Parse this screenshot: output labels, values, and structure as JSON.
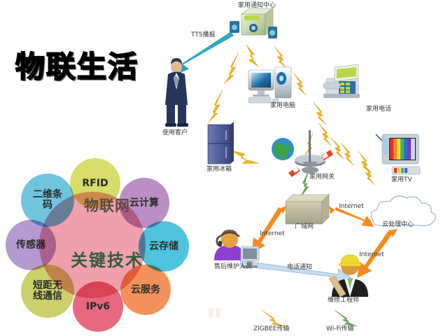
{
  "title": "物联生活",
  "venn": {
    "center_top": "物联网",
    "center_bottom": "关键技术",
    "petals": [
      {
        "label": "RFID",
        "color": "#d8dc6a"
      },
      {
        "label": "云计算",
        "color": "#b98fc4"
      },
      {
        "label": "云存储",
        "color": "#4fc3dd"
      },
      {
        "label": "云服务",
        "color": "#f2925a"
      },
      {
        "label": "IPv6",
        "color": "#e8697f"
      },
      {
        "label": "短距无\n线通信",
        "color": "#cbd06a"
      },
      {
        "label": "传感器",
        "color": "#b49ad0"
      },
      {
        "label": "二维条\n码",
        "color": "#6fc5dd"
      }
    ],
    "core_color": "#f0a0ad"
  },
  "network": {
    "nodes": {
      "notification_center": "家用通知中心",
      "user": "使用客户",
      "computer": "家用电脑",
      "phone": "家用电话",
      "fridge": "家用冰箱",
      "gateway": "家用网关",
      "tv": "家用TV",
      "wan": "广域网",
      "cloud_center": "云处理中心",
      "support_staff": "售后维护人员",
      "repair_engineer": "维修工程师"
    },
    "edge_labels": {
      "tts": "TTS播报",
      "internet_1": "Internet",
      "internet_2": "Internet",
      "internet_3": "Internet",
      "phone_notice": "电话通知"
    }
  },
  "legend": {
    "items": [
      {
        "label": "ZIGBEE传输",
        "color": "#f0b323"
      },
      {
        "label": "Wi-Fi传输",
        "color": "#6aa84f"
      }
    ]
  },
  "colors": {
    "title_fill": "#ffd400",
    "title_stroke": "#000000",
    "arrow_orange": "#f58a20",
    "arrow_blue": "#2fa8c4",
    "arrow_lightblue": "#b9d4ec",
    "bolt_yellow": "#f0b323",
    "bolt_green": "#6aa84f"
  }
}
